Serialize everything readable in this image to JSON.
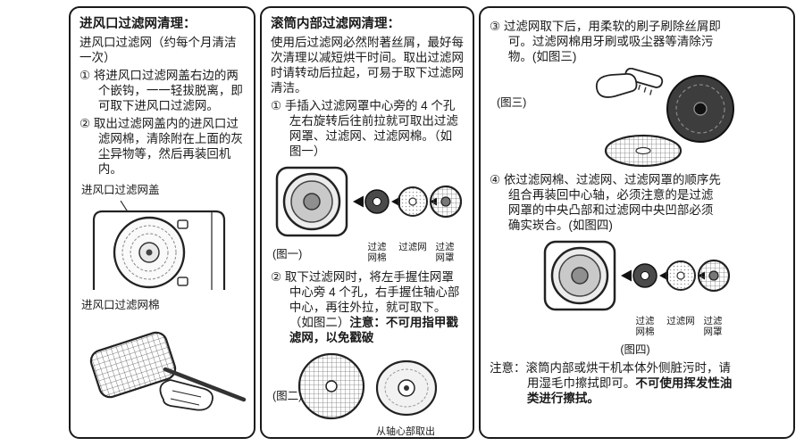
{
  "colors": {
    "ink": "#1a1a1a",
    "paper": "#ffffff"
  },
  "left": {
    "title": "进风口过滤网清理：",
    "intro": "进风口过滤网（约每个月清洁一次）",
    "step1": "① 将进风口过滤网盖右边的两个嵌钩，一一轻拔脱离，即可取下进风口过滤网。",
    "step2": "② 取出过滤网盖内的进风口过滤网棉，清除附在上面的灰尘异物等，然后再装回机内。",
    "fig_cover_label": "进风口过滤网盖",
    "fig_cotton_label": "进风口过滤网棉"
  },
  "middle": {
    "title": "滚筒内部过滤网清理：",
    "intro": "使用后过滤网必然附著丝屑，最好每次清理以减短烘干时间。取出过滤网时请转动后拉起，可易于取下过滤网清洁。",
    "step1": "① 手插入过滤网罩中心旁的 4 个孔左右旋转后往前拉就可取出过滤网罩、过滤网、过滤网棉。（如图一）",
    "fig1": {
      "caption": "(图一)",
      "part_labels": [
        "过滤网棉",
        "过滤网",
        "过滤网罩"
      ]
    },
    "step2_normal": "② 取下过滤网时，将左手握住网罩中心旁 4 个孔，右手握住轴心部中心，再往外拉，就可取下。（如图二）",
    "step2_bold": "注意：不可用指甲戳滤网，以免戳破",
    "fig2": {
      "caption": "(图二)",
      "label": "从轴心部取出"
    }
  },
  "right": {
    "step3": "③ 过滤网取下后，用柔软的刷子刷除丝屑即可。过滤网棉用牙刷或吸尘器等清除污物。(如图三)",
    "fig3": {
      "caption": "(图三)"
    },
    "step4": "④ 依过滤网棉、过滤网、过滤网罩的顺序先组合再装回中心轴，必须注意的是过滤网罩的中央凸部和过滤网中央凹部必须确实崁合。(如图四)",
    "fig4": {
      "caption": "(图四)",
      "part_labels": [
        "过滤网棉",
        "过滤网",
        "过滤网罩"
      ]
    },
    "note_prefix": "注意：",
    "note_normal": "滚筒内部或烘干机本体外侧脏污时，请用湿毛巾擦拭即可。",
    "note_bold": "不可使用挥发性油类进行擦拭。"
  }
}
